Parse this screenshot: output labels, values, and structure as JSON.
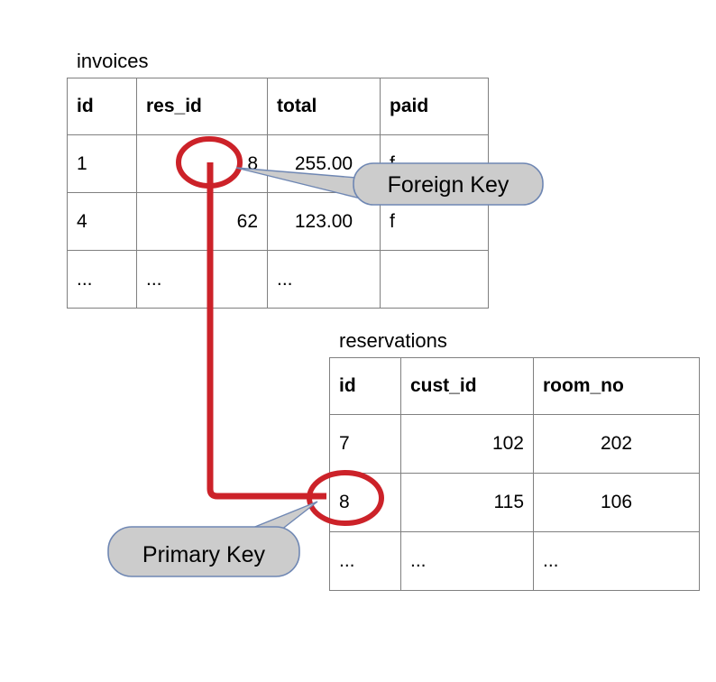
{
  "diagram": {
    "title_invoices": "invoices",
    "title_reservations": "reservations",
    "colors": {
      "highlight": "#cc2229",
      "callout_fill": "#cccccc",
      "callout_stroke": "#6f87b3",
      "table_border": "#808080",
      "text": "#000000",
      "background": "#ffffff"
    }
  },
  "tables": {
    "invoices": {
      "name": "invoices",
      "columns": [
        "id",
        "res_id",
        "total",
        "paid"
      ],
      "rows": [
        [
          "1",
          "8",
          "255.00",
          "f"
        ],
        [
          "4",
          "62",
          "123.00",
          "f"
        ],
        [
          "...",
          "...",
          "...",
          ""
        ]
      ]
    },
    "reservations": {
      "name": "reservations",
      "columns": [
        "id",
        "cust_id",
        "room_no"
      ],
      "rows": [
        [
          "7",
          "102",
          "202"
        ],
        [
          "8",
          "115",
          "106"
        ],
        [
          "...",
          "...",
          "..."
        ]
      ]
    }
  },
  "callouts": {
    "foreign_key": {
      "label": "Foreign Key",
      "points_to": "invoices.res_id = 8"
    },
    "primary_key": {
      "label": "Primary Key",
      "points_to": "reservations.id = 8"
    }
  },
  "annotations": {
    "highlight_source": "8",
    "highlight_target": "8",
    "relationship": "invoices.res_id -> reservations.id"
  }
}
